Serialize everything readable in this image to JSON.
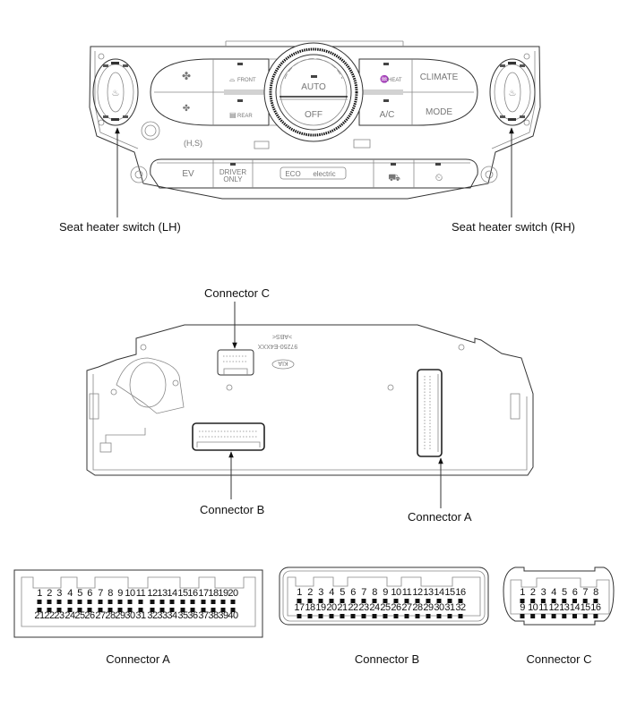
{
  "panel": {
    "buttons": {
      "front": "FRONT",
      "rear": "REAR",
      "auto": "AUTO",
      "off": "OFF",
      "heat": "HEAT",
      "ac": "A/C",
      "climate": "CLIMATE",
      "mode": "MODE",
      "ev": "EV",
      "driver_only_1": "DRIVER",
      "driver_only_2": "ONLY",
      "eco": "ECO",
      "electric": "electric",
      "hs": "(H,S)"
    },
    "callouts": {
      "seat_lh": "Seat heater switch (LH)",
      "seat_rh": "Seat heater switch (RH)"
    }
  },
  "rear_view": {
    "part_number": "97250-E4XXX",
    "material": ">ABS<",
    "logo": "KIA",
    "callouts": {
      "conn_c": "Connector C",
      "conn_b": "Connector B",
      "conn_a": "Connector A"
    }
  },
  "connectors": [
    {
      "name": "Connector A",
      "rows": [
        [
          "1",
          "2",
          "3",
          "4",
          "5",
          "6",
          "7",
          "8",
          "9",
          "10",
          "11",
          "12",
          "13",
          "14",
          "15",
          "16",
          "17",
          "18",
          "19",
          "20"
        ],
        [
          "21",
          "22",
          "23",
          "24",
          "25",
          "26",
          "27",
          "28",
          "29",
          "30",
          "31",
          "32",
          "33",
          "34",
          "35",
          "36",
          "37",
          "38",
          "39",
          "40"
        ]
      ]
    },
    {
      "name": "Connector B",
      "rows": [
        [
          "1",
          "2",
          "3",
          "4",
          "5",
          "6",
          "7",
          "8",
          "9",
          "10",
          "11",
          "12",
          "13",
          "14",
          "15",
          "16"
        ],
        [
          "17",
          "18",
          "19",
          "20",
          "21",
          "22",
          "23",
          "24",
          "25",
          "26",
          "27",
          "28",
          "29",
          "30",
          "31",
          "32"
        ]
      ]
    },
    {
      "name": "Connector C",
      "rows": [
        [
          "1",
          "2",
          "3",
          "4",
          "5",
          "6",
          "7",
          "8"
        ],
        [
          "9",
          "10",
          "11",
          "12",
          "13",
          "14",
          "15",
          "16"
        ]
      ]
    }
  ]
}
